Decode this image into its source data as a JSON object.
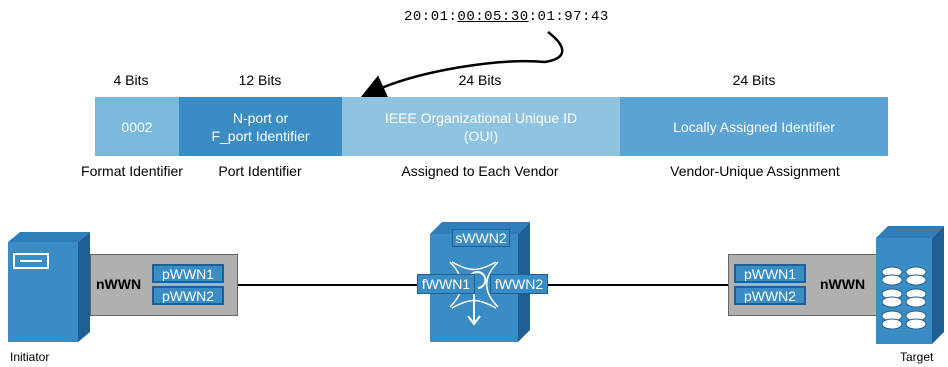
{
  "wwn_address": {
    "part_before": "20:01:",
    "part_underlined": "00:05:30",
    "part_after": ":01:97:43"
  },
  "fields": [
    {
      "bits": "4 Bits",
      "value": "0002",
      "caption": "Format Identifier",
      "color": "#7ab8dc"
    },
    {
      "bits": "12 Bits",
      "value": "N-port or\nF_port Identifier",
      "caption": "Port Identifier",
      "color": "#3a8cc4"
    },
    {
      "bits": "24 Bits",
      "value": "IEEE Organizational Unique ID\n(OUI)",
      "caption": "Assigned to Each Vendor",
      "color": "#8ec3e2"
    },
    {
      "bits": "24 Bits",
      "value": "Locally Assigned Identifier",
      "caption": "Vendor-Unique Assignment",
      "color": "#5aa3d2"
    }
  ],
  "initiator": {
    "label": "Initiator",
    "node_name": "nWWN",
    "ports": [
      "pWWN1",
      "pWWN2"
    ]
  },
  "switch": {
    "switch_name": "sWWN2",
    "fabric_ports": [
      "fWWN1",
      "fWWN2"
    ]
  },
  "target": {
    "label": "Target",
    "node_name": "nWWN",
    "ports": [
      "pWWN1",
      "pWWN2"
    ]
  }
}
